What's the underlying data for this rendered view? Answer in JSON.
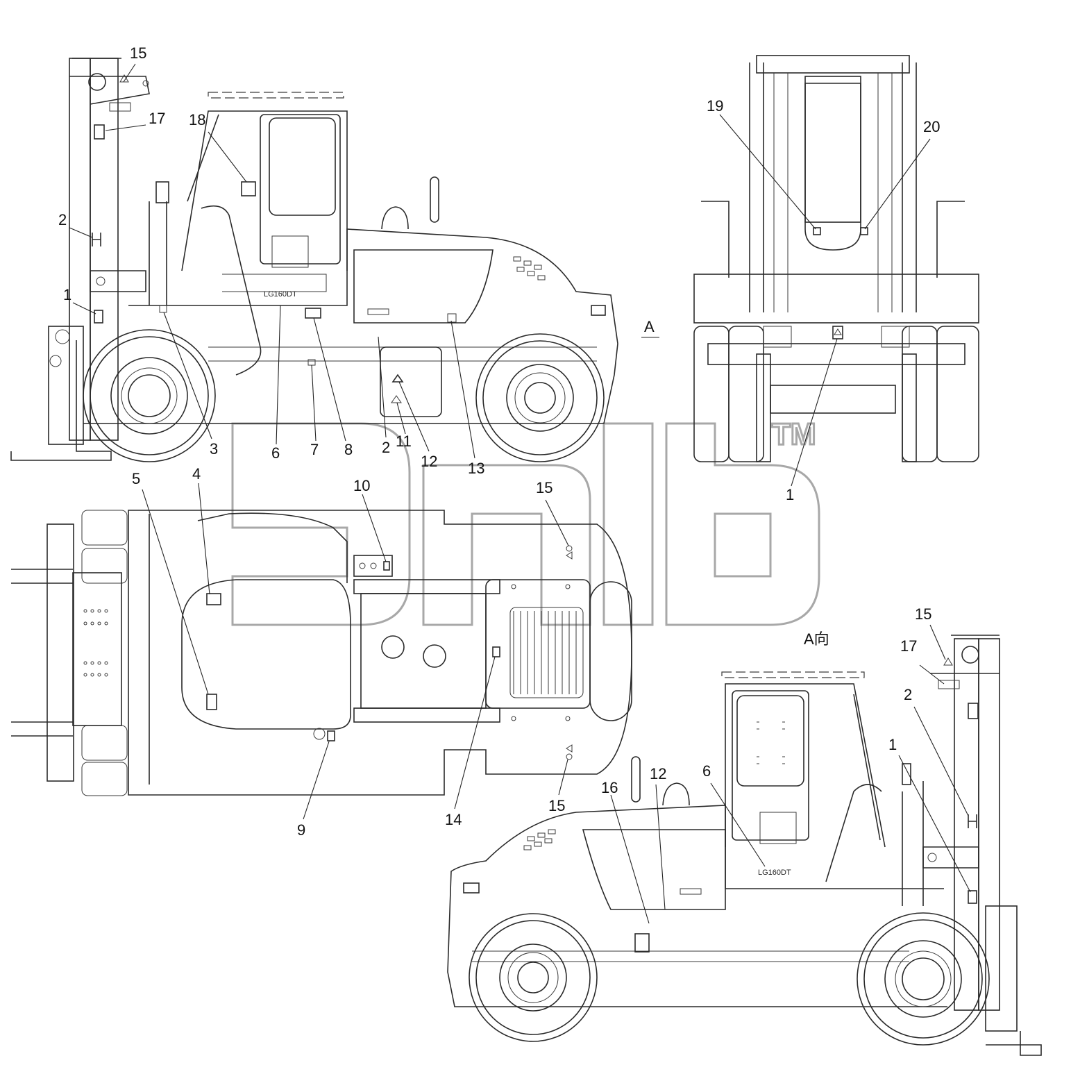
{
  "diagram": {
    "model_label_left": "LG160DT",
    "model_label_right": "LG160DT",
    "view_marker": "A",
    "view_caption": "A向",
    "watermark_mark": "TM",
    "callouts": {
      "c15a": "15",
      "c17a": "17",
      "c18": "18",
      "c2a": "2",
      "c1a": "1",
      "c3": "3",
      "c6a": "6",
      "c7": "7",
      "c8": "8",
      "c2b": "2",
      "c11": "11",
      "c12a": "12",
      "c13": "13",
      "c19": "19",
      "c20": "20",
      "c1b": "1",
      "c5": "5",
      "c4": "4",
      "c10": "10",
      "c15b": "15",
      "c9": "9",
      "c14": "14",
      "c15c": "15",
      "c15d": "15",
      "c17b": "17",
      "c2c": "2",
      "c1c": "1",
      "c6b": "6",
      "c12b": "12",
      "c16": "16"
    }
  }
}
